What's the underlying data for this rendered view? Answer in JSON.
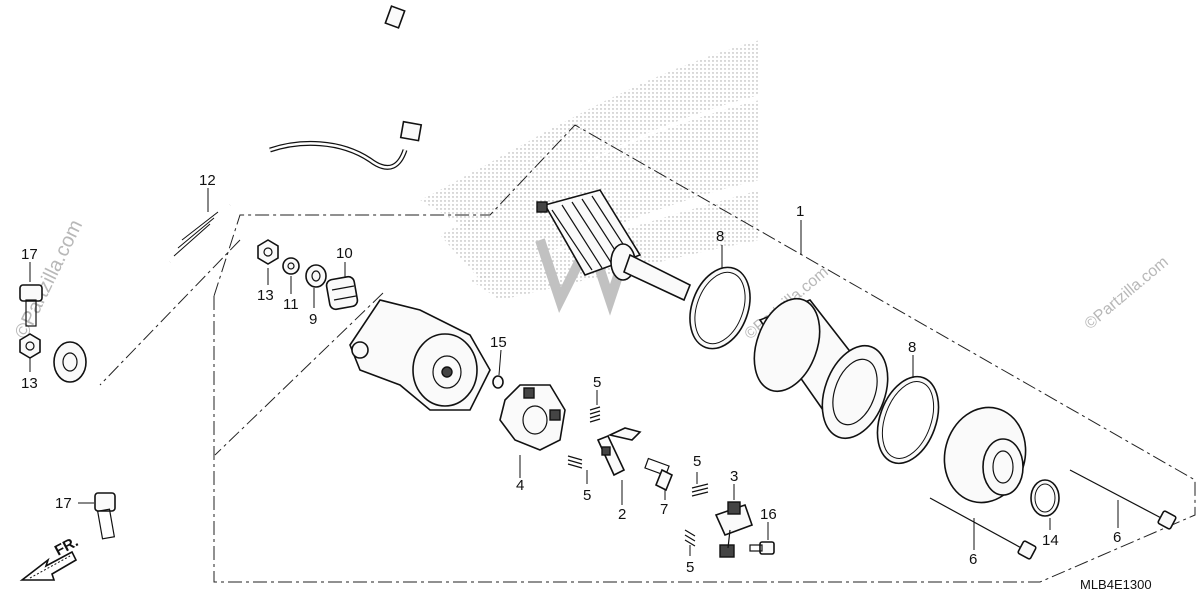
{
  "diagram": {
    "watermark_side": "©Partzilla.com",
    "watermark_mid": "©Partzilla.com",
    "watermark_right": "©Partzilla.com",
    "diagram_code": "MLB4E1300",
    "direction_label": "FR.",
    "callouts": {
      "c1": "1",
      "c2": "2",
      "c3": "3",
      "c4": "4",
      "c5a": "5",
      "c5b": "5",
      "c5c": "5",
      "c5d": "5",
      "c6a": "6",
      "c6b": "6",
      "c7": "7",
      "c8a": "8",
      "c8b": "8",
      "c9": "9",
      "c10": "10",
      "c11": "11",
      "c12": "12",
      "c13a": "13",
      "c13b": "13",
      "c14": "14",
      "c15": "15",
      "c16": "16",
      "c17a": "17",
      "c17b": "17"
    }
  }
}
